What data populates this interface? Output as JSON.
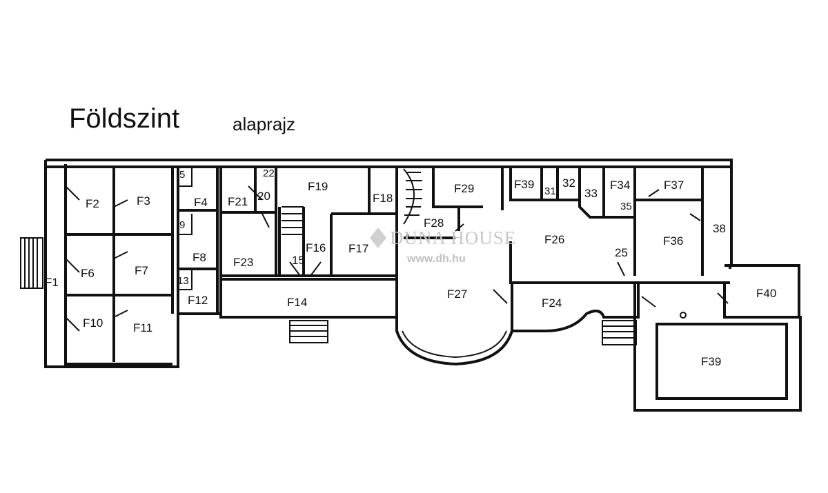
{
  "title": "Földszint",
  "subtitle": "alaprajz",
  "watermark": {
    "brand": "DUNA HOUSE",
    "url": "www.dh.hu"
  },
  "rooms": [
    "F1",
    "F2",
    "F3",
    "F4",
    "5",
    "F6",
    "F7",
    "F8",
    "9",
    "13",
    "F12",
    "F10",
    "F11",
    "F21",
    "20",
    "22",
    "F19",
    "F18",
    "F23",
    "F16",
    "15",
    "F17",
    "F14",
    "F29",
    "F28",
    "F39",
    "31",
    "32",
    "33",
    "F34",
    "35",
    "F37",
    "F26",
    "F36",
    "38",
    "25",
    "F27",
    "F24",
    "F40",
    "F39"
  ]
}
